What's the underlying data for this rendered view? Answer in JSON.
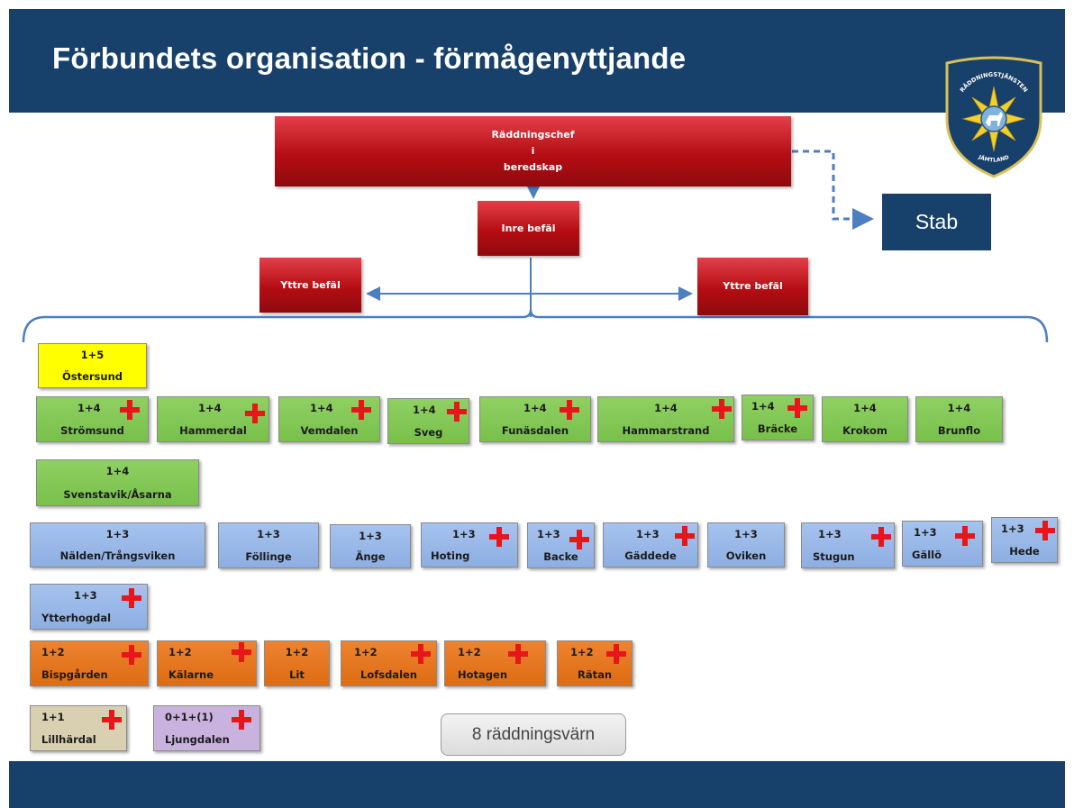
{
  "title": "Förbundets organisation - förmågenyttjande",
  "emblem": {
    "text_top": "RÄDDNINGSTJÄNSTEN",
    "text_bottom": "JÄMTLAND"
  },
  "command": {
    "chief": "Räddningschef\ni\nberedskap",
    "inner": "Inre befäl",
    "outer_left": "Yttre befäl",
    "outer_right": "Yttre befäl",
    "staff": "Stab"
  },
  "units": {
    "ostersund": {
      "cap": "1+5",
      "name": "Östersund"
    },
    "stromsund": {
      "cap": "1+4",
      "name": "Strömsund"
    },
    "hammerdal": {
      "cap": "1+4",
      "name": "Hammerdal"
    },
    "vemdalen": {
      "cap": "1+4",
      "name": "Vemdalen"
    },
    "sveg": {
      "cap": "1+4",
      "name": "Sveg"
    },
    "funasdalen": {
      "cap": "1+4",
      "name": "Funäsdalen"
    },
    "hammarstrand": {
      "cap": "1+4",
      "name": "Hammarstrand"
    },
    "bracke": {
      "cap": "1+4",
      "name": "Bräcke"
    },
    "krokom": {
      "cap": "1+4",
      "name": "Krokom"
    },
    "brunflo": {
      "cap": "1+4",
      "name": "Brunflo"
    },
    "svenstavik": {
      "cap": "1+4",
      "name": "Svenstavik/Åsarna"
    },
    "nalden": {
      "cap": "1+3",
      "name": "Nälden/Trångsviken"
    },
    "follinge": {
      "cap": "1+3",
      "name": "Föllinge"
    },
    "ange": {
      "cap": "1+3",
      "name": "Änge"
    },
    "hoting": {
      "cap": "1+3",
      "name": "Hoting"
    },
    "backe": {
      "cap": "1+3",
      "name": "Backe"
    },
    "gaddede": {
      "cap": "1+3",
      "name": "Gäddede"
    },
    "oviken": {
      "cap": "1+3",
      "name": "Oviken"
    },
    "stugun": {
      "cap": "1+3",
      "name": "Stugun"
    },
    "gallo": {
      "cap": "1+3",
      "name": "Gällö"
    },
    "hede": {
      "cap": "1+3",
      "name": "Hede"
    },
    "ytterhogdal": {
      "cap": "1+3",
      "name": "Ytterhogdal"
    },
    "bispgarden": {
      "cap": "1+2",
      "name": "Bispgården"
    },
    "kalarne": {
      "cap": "1+2",
      "name": "Kälarne"
    },
    "lit": {
      "cap": "1+2",
      "name": "Lit"
    },
    "lofsdalen": {
      "cap": "1+2",
      "name": "Lofsdalen"
    },
    "hotagen": {
      "cap": "1+2",
      "name": "Hotagen"
    },
    "ratan": {
      "cap": "1+2",
      "name": "Rätan"
    },
    "lillhardal": {
      "cap": "1+1",
      "name": "Lillhärdal"
    },
    "ljungdalen": {
      "cap": "0+1+(1)",
      "name": "Ljungdalen"
    }
  },
  "volunteer": "8 räddningsvärn",
  "colors": {
    "header": "#17406a",
    "command_red": "#b50d13",
    "cap_5": "#ffff00",
    "cap_4": "#78c04a",
    "cap_3": "#8daee2",
    "cap_2": "#dd6c12",
    "cap_1": "#d9d0b2",
    "cap_0": "#c9b3de",
    "cross": "#e8151b"
  }
}
